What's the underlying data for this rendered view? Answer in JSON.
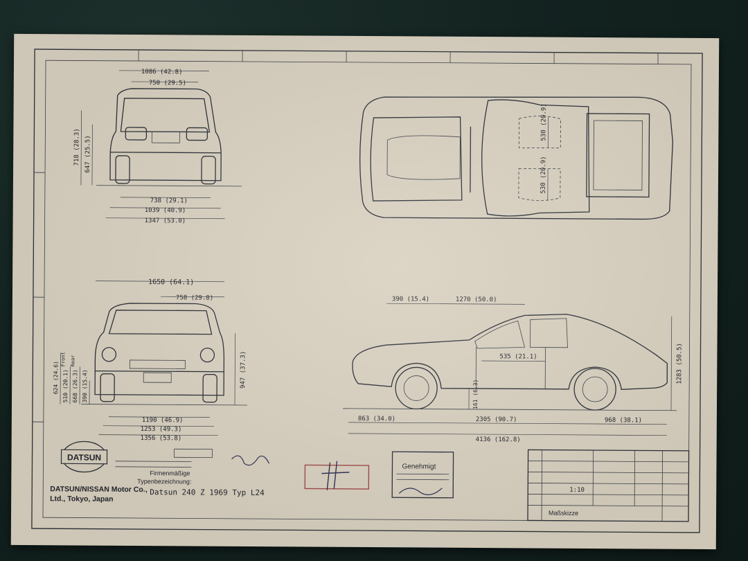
{
  "title_block": {
    "brand_logo_text": "DATSUN",
    "company_line1": "DATSUN/NISSAN Motor Co.,",
    "company_line2": "Ltd., Tokyo, Japan",
    "type_label_line1": "Firmenmäßige",
    "type_label_line2": "Typenbezeichnung:",
    "model_name": "Datsun 240 Z 1969 Typ L24",
    "approval_title": "Genehmigt",
    "scale": "1:10",
    "drawing_title": "Maßskizze"
  },
  "dimensions": {
    "rear_view": {
      "overall_width_top": "1086 (42.8)",
      "window_width": "750 (29.5)",
      "width_738": "738 (29.1)",
      "width_1039": "1039 (40.9)",
      "width_1347": "1347 (53.0)",
      "height_718": "718 (28.3)",
      "height_647": "647 (25.5)"
    },
    "top_view": {
      "seat_top": "530 (20.9)",
      "seat_bottom": "530 (20.9)"
    },
    "front_view": {
      "overall_width": "1650 (64.1)",
      "half_width": "758 (29.8)",
      "height_947": "947 (37.3)",
      "height_624": "624 (24.6)",
      "front_510": "510 (20.1)",
      "rear_668": "668 (26.3)",
      "ground_390": "390 (15.4)",
      "track_1190": "1190 (46.9)",
      "track_1253": "1253 (49.3)",
      "track_1356": "1356 (53.8)",
      "side_labels": [
        "Front",
        "Rear"
      ]
    },
    "side_view": {
      "front_390": "390 (15.4)",
      "roof_1270": "1270 (50.0)",
      "door_535": "535 (21.1)",
      "height_1283": "1283 (50.5)",
      "ground_161": "161 (6.3)",
      "front_overhang": "863 (34.0)",
      "wheelbase": "2305 (90.7)",
      "rear_overhang": "968 (38.1)",
      "overall_length": "4136 (162.8)"
    }
  }
}
